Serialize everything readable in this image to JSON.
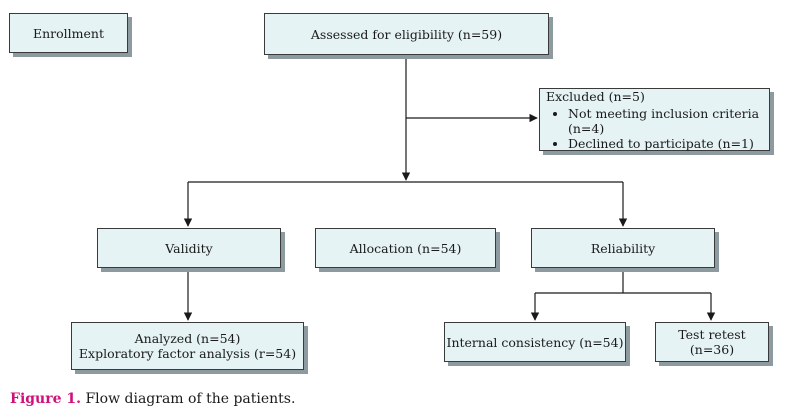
{
  "boxes": {
    "enrollment": "Enrollment",
    "assessed": "Assessed for eligibility (n=59)",
    "excluded": {
      "title": "Excluded (n=5)",
      "items": [
        "Not meeting inclusion criteria (n=4)",
        "Declined to participate (n=1)"
      ]
    },
    "validity": "Validity",
    "allocation": "Allocation (n=54)",
    "reliability": "Reliability",
    "analyzed": {
      "line1": "Analyzed (n=54)",
      "line2": "Exploratory factor analysis (r=54)"
    },
    "internal": "Internal consistency (n=54)",
    "testretest": "Test retest (n=36)"
  },
  "caption": {
    "label": "Figure 1.",
    "text": " Flow diagram of the patients."
  },
  "colors": {
    "box_fill": "#e5f3f5",
    "box_border": "#3a3a3a",
    "shadow": "#8d9aa0",
    "caption_label": "#d0107a"
  }
}
